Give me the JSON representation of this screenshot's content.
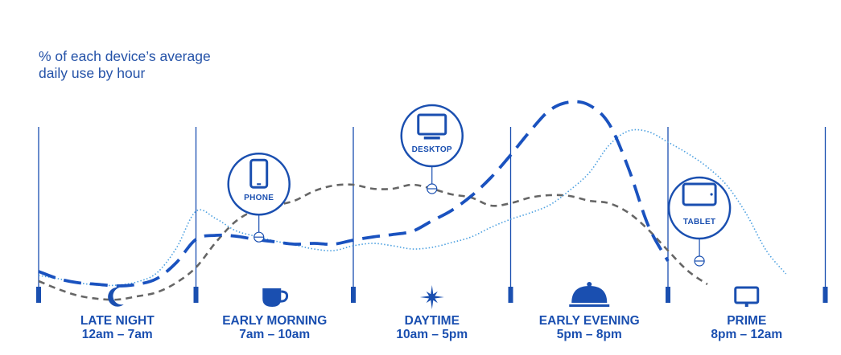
{
  "subtitle": {
    "line1": "% of each device’s average",
    "line2": "daily use by hour"
  },
  "colors": {
    "accent": "#1a4fb0",
    "phone": "#4a9fe0",
    "desktop": "#666666",
    "tablet": "#1a52bf"
  },
  "chart_data": {
    "type": "line",
    "title": "% of each device’s average daily use by hour",
    "xlabel": "",
    "ylabel": "",
    "grid": false,
    "legend": "callouts",
    "periods": [
      {
        "name": "LATE NIGHT",
        "hours": "12am – 7am",
        "icon": "moon-icon"
      },
      {
        "name": "EARLY MORNING",
        "hours": "7am – 10am",
        "icon": "cup-icon"
      },
      {
        "name": "DAYTIME",
        "hours": "10am – 5pm",
        "icon": "sun-icon"
      },
      {
        "name": "EARLY EVENING",
        "hours": "5pm – 8pm",
        "icon": "dinner-cloche-icon"
      },
      {
        "name": "PRIME",
        "hours": "8pm – 12am",
        "icon": "tv-icon"
      }
    ],
    "x": [
      0.0,
      0.125,
      0.25,
      0.375,
      0.5,
      0.625,
      0.75,
      0.875,
      1.0,
      1.125,
      1.25,
      1.375,
      1.5,
      1.625,
      1.75,
      1.875,
      2.0,
      2.125,
      2.25,
      2.375,
      2.5,
      2.625,
      2.75,
      2.875,
      3.0,
      3.125,
      3.25,
      3.375,
      3.5,
      3.625,
      3.75,
      3.875,
      4.0,
      4.125,
      4.25,
      4.375,
      4.5,
      4.625,
      4.75
    ],
    "series": [
      {
        "name": "PHONE",
        "style": "dotted",
        "callout_x": 1.4,
        "values": [
          0.14,
          0.1,
          0.05,
          0.02,
          0.02,
          0.06,
          0.17,
          0.48,
          0.94,
          0.85,
          0.7,
          0.63,
          0.57,
          0.52,
          0.47,
          0.45,
          0.51,
          0.54,
          0.51,
          0.47,
          0.49,
          0.55,
          0.62,
          0.74,
          0.84,
          0.92,
          1.02,
          1.2,
          1.42,
          1.76,
          1.94,
          1.93,
          1.8,
          1.66,
          1.49,
          1.26,
          0.9,
          0.45,
          0.16
        ]
      },
      {
        "name": "DESKTOP",
        "style": "dashed",
        "callout_x": 2.5,
        "values": [
          0.07,
          -0.03,
          -0.11,
          -0.15,
          -0.16,
          -0.12,
          -0.07,
          0.05,
          0.24,
          0.55,
          0.81,
          0.95,
          1.01,
          1.07,
          1.19,
          1.26,
          1.27,
          1.22,
          1.22,
          1.27,
          1.22,
          1.15,
          1.11,
          1.01,
          1.04,
          1.11,
          1.14,
          1.13,
          1.07,
          1.04,
          0.92,
          0.71,
          0.45,
          0.2,
          0.03
        ]
      },
      {
        "name": "TABLET",
        "style": "long-dash",
        "callout_x": 4.2,
        "values": [
          0.19,
          0.1,
          0.05,
          0.03,
          0.01,
          0.03,
          0.1,
          0.3,
          0.59,
          0.64,
          0.63,
          0.59,
          0.56,
          0.53,
          0.54,
          0.53,
          0.58,
          0.62,
          0.65,
          0.69,
          0.82,
          0.95,
          1.13,
          1.36,
          1.64,
          1.94,
          2.2,
          2.3,
          2.26,
          2.03,
          1.47,
          0.76,
          0.32
        ]
      }
    ]
  }
}
